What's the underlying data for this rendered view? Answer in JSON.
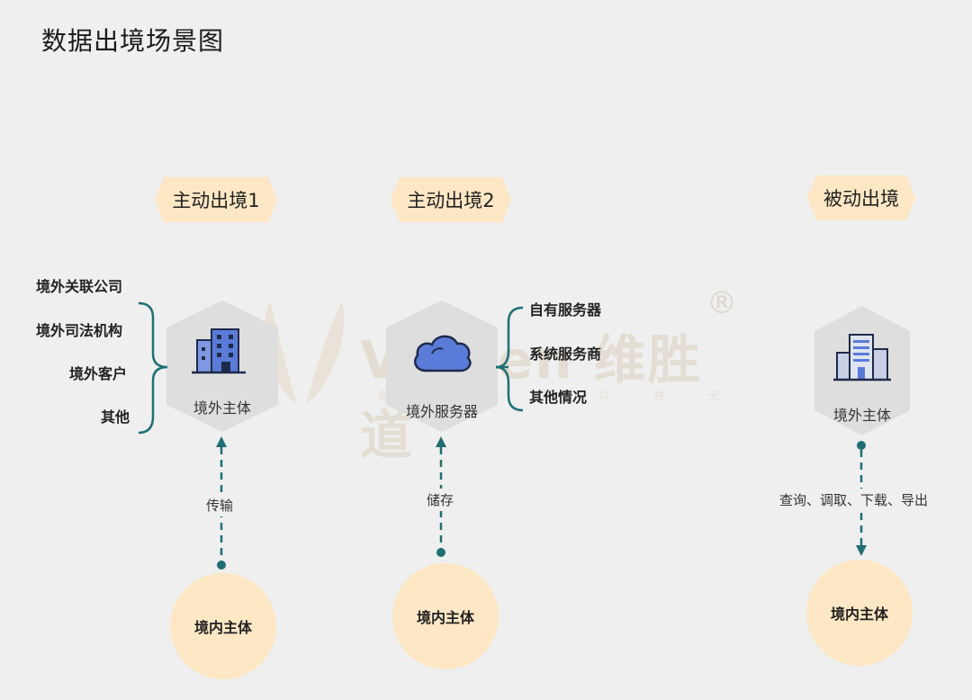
{
  "title": "数据出境场景图",
  "watermark": {
    "text": "ViSeen 维胜道",
    "tagline": "尊 工 上 匠 以 胜 天 下",
    "registered": "®"
  },
  "columns": [
    {
      "header": "主动出境1",
      "node_label": "境外主体",
      "node_icon": "office-building-icon",
      "flow_label": "传输",
      "domestic_label": "境内主体",
      "branches": [
        "境外关联公司",
        "境外司法机构",
        "境外客户",
        "其他"
      ]
    },
    {
      "header": "主动出境2",
      "node_label": "境外服务器",
      "node_icon": "cloud-icon",
      "flow_label": "储存",
      "domestic_label": "境内主体",
      "branches": [
        "自有服务器",
        "系统服务商",
        "其他情况"
      ]
    },
    {
      "header": "被动出境",
      "node_label": "境外主体",
      "node_icon": "corporate-buildings-icon",
      "flow_label": "查询、调取、下载、导出",
      "domestic_label": "境内主体",
      "branches": []
    }
  ],
  "colors": {
    "background": "#efefef",
    "pill": "#fde7c4",
    "hexagon": "#dedede",
    "connector": "#1f6f74",
    "icon_blue": "#5b7bd8"
  }
}
